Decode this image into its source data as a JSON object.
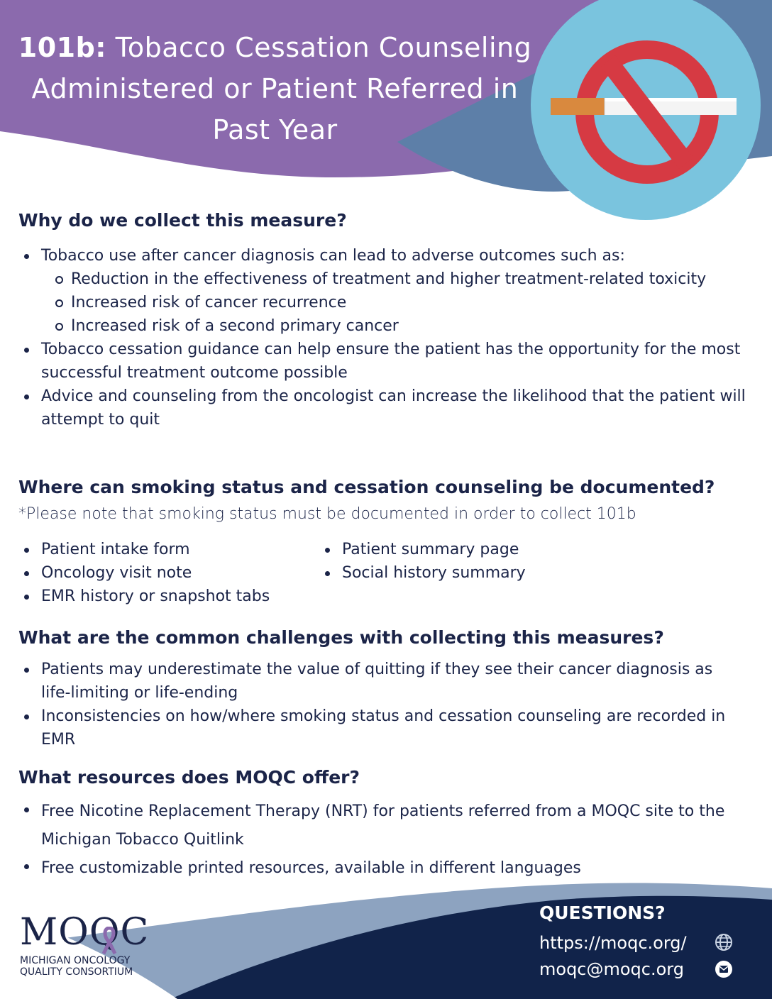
{
  "header": {
    "title_bold": "101b:",
    "title_rest_1": " Tobacco Cessation Counseling",
    "title_line_2": "Administered or Patient Referred in",
    "title_line_3": "Past Year"
  },
  "colors": {
    "purple": "#8b6aad",
    "slate_blue": "#5d7fa8",
    "sky_blue": "#7ac4de",
    "navy": "#11234a",
    "footer_light": "#8da3c0",
    "no_sign_red": "#d63a43"
  },
  "section1": {
    "heading": "Why do we collect this measure?",
    "bullet1": "Tobacco use after cancer diagnosis can lead to adverse outcomes such as:",
    "sub1": "Reduction in the effectiveness of treatment and higher treatment-related toxicity",
    "sub2": "Increased risk of cancer recurrence",
    "sub3": "Increased risk of a second primary cancer",
    "bullet2": "Tobacco cessation guidance can help ensure the patient has the opportunity for the most successful treatment outcome possible",
    "bullet3": "Advice and counseling from the oncologist can increase the likelihood that the patient will attempt to quit"
  },
  "section2": {
    "heading": "Where can smoking status and cessation counseling be documented?",
    "note": "*Please note that smoking status must be documented in order to collect 101b",
    "left_items": [
      "Patient intake form",
      "Oncology visit note",
      "EMR history or snapshot tabs"
    ],
    "right_items": [
      "Patient summary page",
      "Social history summary"
    ]
  },
  "section3": {
    "heading": "What are the common challenges with collecting this measures?",
    "bullet1": "Patients may underestimate the value of quitting if they see their cancer diagnosis as life-limiting or life-ending",
    "bullet2": "Inconsistencies on how/where smoking status and cessation counseling are recorded in EMR"
  },
  "section4": {
    "heading": "What resources does MOQC offer?",
    "bullet1": "Free Nicotine Replacement Therapy (NRT) for patients referred from a MOQC site to the Michigan Tobacco Quitlink",
    "bullet2": "Free customizable printed resources, available in different languages"
  },
  "footer": {
    "questions_label": "QUESTIONS?",
    "website": "https://moqc.org/",
    "email": "moqc@moqc.org",
    "website_icon": "globe-icon",
    "email_icon": "envelope-icon",
    "logo_mark": "MOQC",
    "logo_line1": "MICHIGAN ONCOLOGY",
    "logo_line2": "QUALITY CONSORTIUM"
  }
}
